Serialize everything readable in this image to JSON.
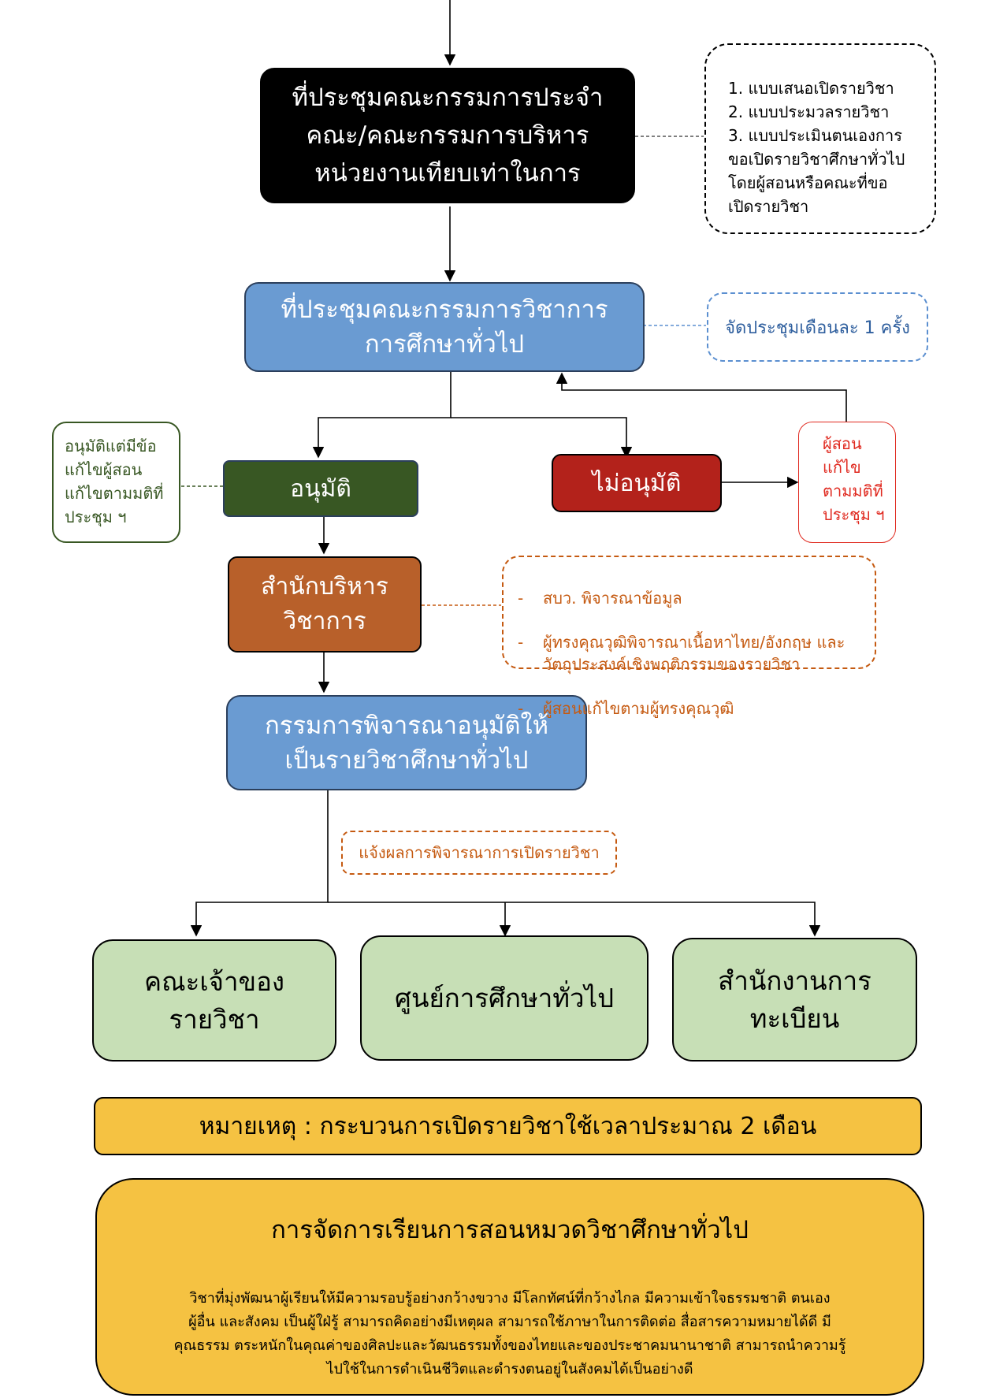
{
  "nodes": {
    "faculty_meeting": "ที่ประชุมคณะกรรมการประจำ\nคณะ/คณะกรรมการบริหาร\nหน่วยงานเทียบเท่าในการ",
    "gen_ed_committee": "ที่ประชุมคณะกรรมการวิชาการ\nการศึกษาทั่วไป",
    "approve": "อนุมัติ",
    "not_approve": "ไม่อนุมัติ",
    "academic_office": "สำนักบริหาร\nวิชาการ",
    "final_committee": "กรรมการพิจารณาอนุมัติให้\nเป็นรายวิชาศึกษาทั่วไป",
    "owner_faculty": "คณะเจ้าของ\nรายวิชา",
    "gen_ed_center": "ศูนย์การศึกษาทั่วไป",
    "registrar": "สำนักงานการ\nทะเบียน"
  },
  "notes": {
    "documents": "1. แบบเสนอเปิดรายวิชา\n2. แบบประมวลรายวิชา\n3. แบบประเมินตนเองการ\nขอเปิดรายวิชาศึกษาทั่วไป\nโดยผู้สอนหรือคณะที่ขอ\nเปิดรายวิชา",
    "monthly": "จัดประชุมเดือนละ 1 ครั้ง",
    "approve_with_edits": "อนุมัติแต่มีข้อ\nแก้ไขผู้สอน\nแก้ไขตามมติที่\nประชุม ฯ",
    "instructor_revise": "ผู้สอน\nแก้ไข\nตามมติที่\nประชุม ฯ",
    "review_steps": [
      "สบว. พิจารณาข้อมูล",
      "ผู้ทรงคุณวุฒิพิจารณาเนื้อหาไทย/อังกฤษ และ\nวัตถุประสงค์เชิงพฤติกรรมของรายวิชา",
      "ผู้สอนแก้ไขตามผู้ทรงคุณวุฒิ"
    ],
    "notify": "แจ้งผลการพิจารณาการเปิดรายวิชา"
  },
  "remark": "หมายเหตุ : กระบวนการเปิดรายวิชาใช้เวลาประมาณ 2 เดือน",
  "panel": {
    "title": "การจัดการเรียนการสอนหมวดวิชาศึกษาทั่วไป",
    "body": "วิชาที่มุ่งพัฒนาผู้เรียนให้มีความรอบรู้อย่างกว้างขวาง มีโลกทัศน์ที่กว้างไกล มีความเข้าใจธรรมชาติ ตนเอง\nผู้อื่น และสังคม เป็นผู้ใฝ่รู้ สามารถคิดอย่างมีเหตุผล สามารถใช้ภาษาในการติดต่อ สื่อสารความหมายได้ดี มี\nคุณธรรม ตระหนักในคุณค่าของศิลปะและวัฒนธรรมทั้งของไทยและของประชาคมนานาชาติ สามารถนำความรู้\nไปใช้ในการดำเนินชีวิตและดำรงตนอยู่ในสังคมได้เป็นอย่างดี"
  },
  "colors": {
    "black_box": "#000000",
    "blue_box": "#6a9bd2",
    "approve_box": "#385723",
    "reject_box": "#b3221b",
    "office_box": "#b8602a",
    "result_box": "#c7dfb6",
    "remark_box": "#f5c242",
    "note_blue": "#5b8fd0",
    "note_green": "#385723",
    "note_red": "#e02a20",
    "note_orange": "#c55a11"
  }
}
